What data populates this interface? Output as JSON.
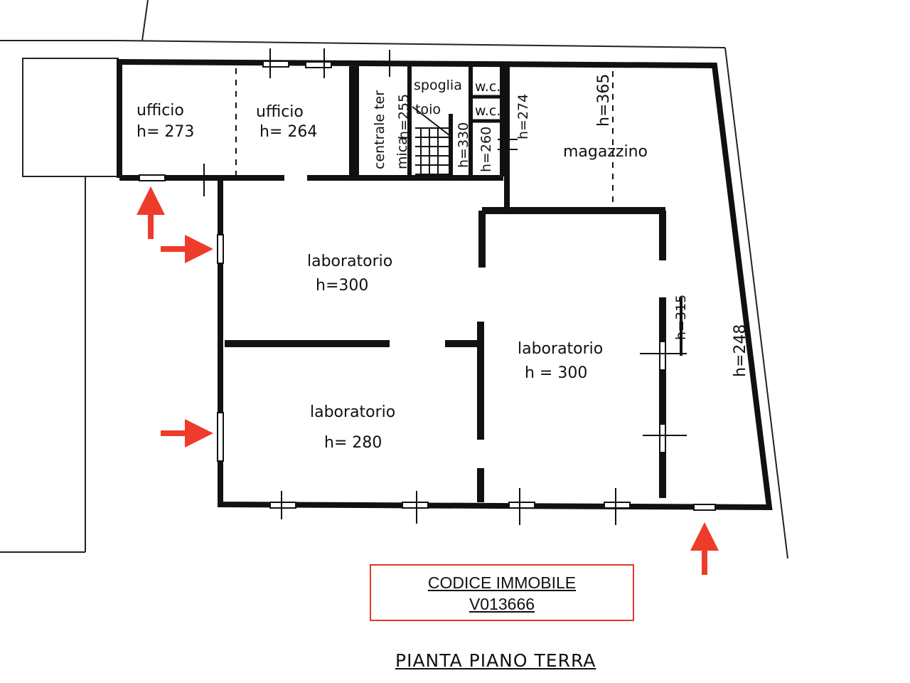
{
  "rooms": {
    "ufficio_1": {
      "name": "ufficio",
      "height": "h= 273"
    },
    "ufficio_2": {
      "name": "ufficio",
      "height": "h= 264"
    },
    "centrale_termica": {
      "name_1": "centrale ter",
      "name_2": "mica",
      "height": "h=255"
    },
    "spogliatoio": {
      "name_1": "spoglia",
      "name_2": "toio"
    },
    "stairs_height": "h=330",
    "wc_1": "w.c.",
    "wc_2": "w.c.",
    "wc_height": "h=260",
    "corridor_height": "h=274",
    "magazzino": {
      "name": "magazzino",
      "height": "h=365"
    },
    "laboratorio_1": {
      "name": "laboratorio",
      "height": "h=300"
    },
    "laboratorio_2": {
      "name": "laboratorio",
      "height": "h = 300"
    },
    "laboratorio_3": {
      "name": "laboratorio",
      "height": "h= 280"
    },
    "right_height_1": "h=315",
    "right_height_2": "h=248"
  },
  "code_box": {
    "line_1": "CODICE IMMOBILE",
    "line_2": "V013666"
  },
  "plan_title": "PIANTA PIANO TERRA",
  "colors": {
    "wall": "#111111",
    "arrow": "#ee3b2c",
    "code_border": "#e0382b"
  },
  "arrows": [
    {
      "direction": "up"
    },
    {
      "direction": "right"
    },
    {
      "direction": "right"
    },
    {
      "direction": "up"
    }
  ]
}
